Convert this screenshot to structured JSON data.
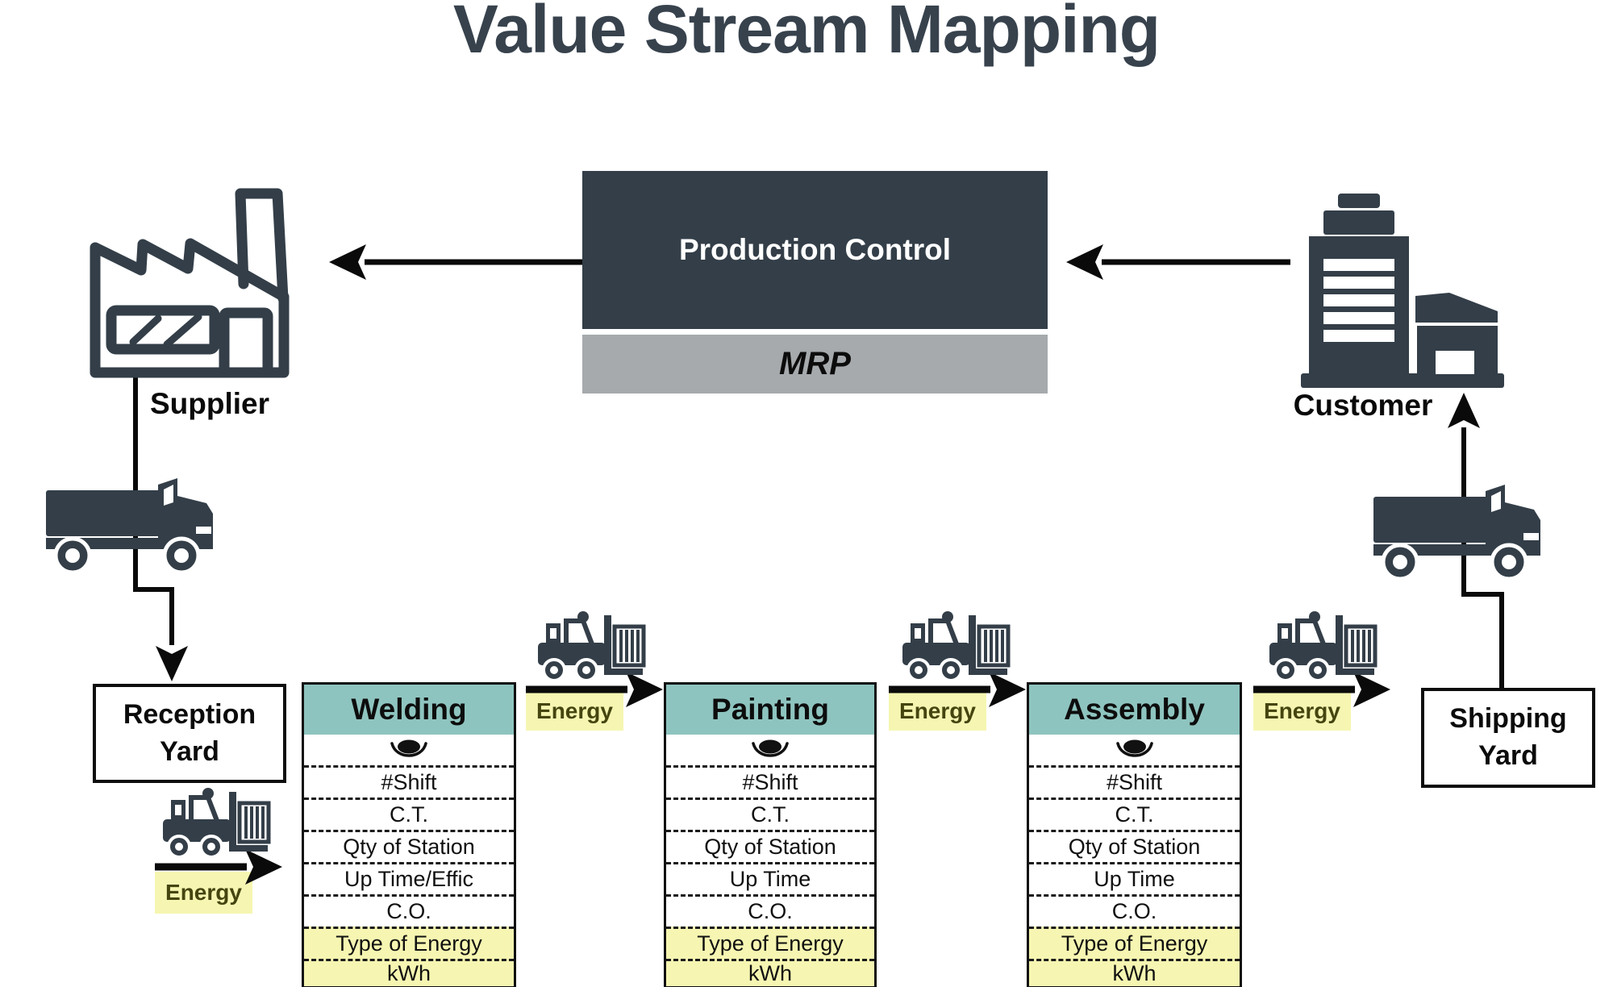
{
  "title": "Value Stream Mapping",
  "production_control": {
    "title": "Production Control",
    "subtitle": "MRP"
  },
  "nodes": {
    "supplier": "Supplier",
    "customer": "Customer",
    "reception_yard": "Reception Yard",
    "shipping_yard": "Shipping Yard"
  },
  "labels": {
    "energy": "Energy"
  },
  "processes": [
    {
      "name": "Welding",
      "rows": [
        "#Shift",
        "C.T.",
        "Qty of Station",
        "Up Time/Effic",
        "C.O.",
        "Type of Energy",
        "kWh"
      ]
    },
    {
      "name": "Painting",
      "rows": [
        "#Shift",
        "C.T.",
        "Qty of Station",
        "Up Time",
        "C.O.",
        "Type of Energy",
        "kWh"
      ]
    },
    {
      "name": "Assembly",
      "rows": [
        "#Shift",
        "C.T.",
        "Qty of Station",
        "Up Time",
        "C.O.",
        "Type of Energy",
        "kWh"
      ]
    }
  ],
  "icons": {
    "supplier": "factory-icon",
    "customer": "office-building-icon",
    "inbound_transport": "truck-icon",
    "outbound_transport": "truck-icon",
    "material_handling": "forklift-icon",
    "operator": "operator-eye-icon"
  },
  "colors": {
    "dark_slate": "#333E48",
    "title_text": "#37424D",
    "teal_header": "#8EC4BF",
    "energy_yellow": "#F6F6B2",
    "energy_text": "#454510",
    "mrp_gray": "#A6AAAD",
    "arrow_black": "#0a0a0a"
  }
}
